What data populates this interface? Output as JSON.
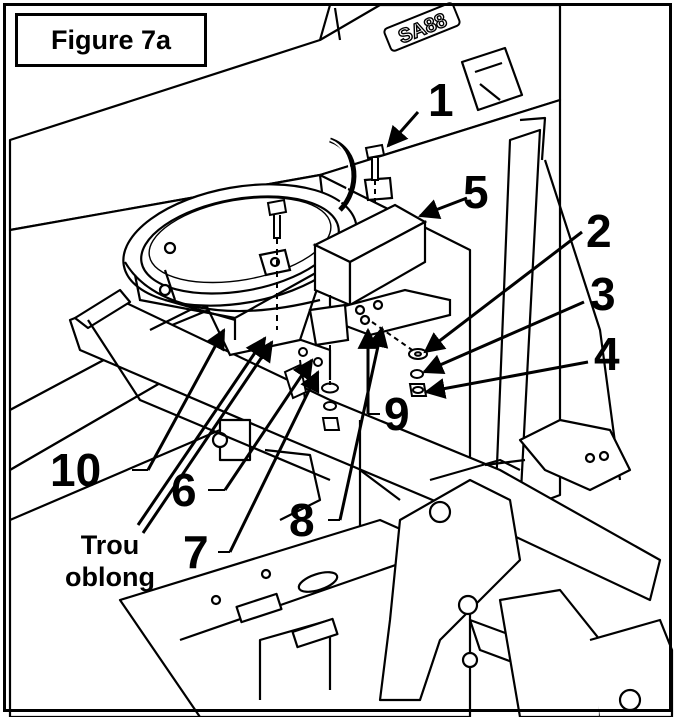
{
  "figure": {
    "title": "Figure 7a",
    "model_plate": "SA88"
  },
  "callouts": [
    {
      "id": "1",
      "label": "1"
    },
    {
      "id": "2",
      "label": "2"
    },
    {
      "id": "3",
      "label": "3"
    },
    {
      "id": "4",
      "label": "4"
    },
    {
      "id": "5",
      "label": "5"
    },
    {
      "id": "6",
      "label": "6"
    },
    {
      "id": "7",
      "label": "7"
    },
    {
      "id": "8",
      "label": "8"
    },
    {
      "id": "9",
      "label": "9"
    },
    {
      "id": "10",
      "label": "10"
    }
  ],
  "annotation": {
    "line1": "Trou",
    "line2": "oblong"
  },
  "colors": {
    "ink": "#000000",
    "paper": "#ffffff",
    "shade": "#d9d9d9"
  }
}
